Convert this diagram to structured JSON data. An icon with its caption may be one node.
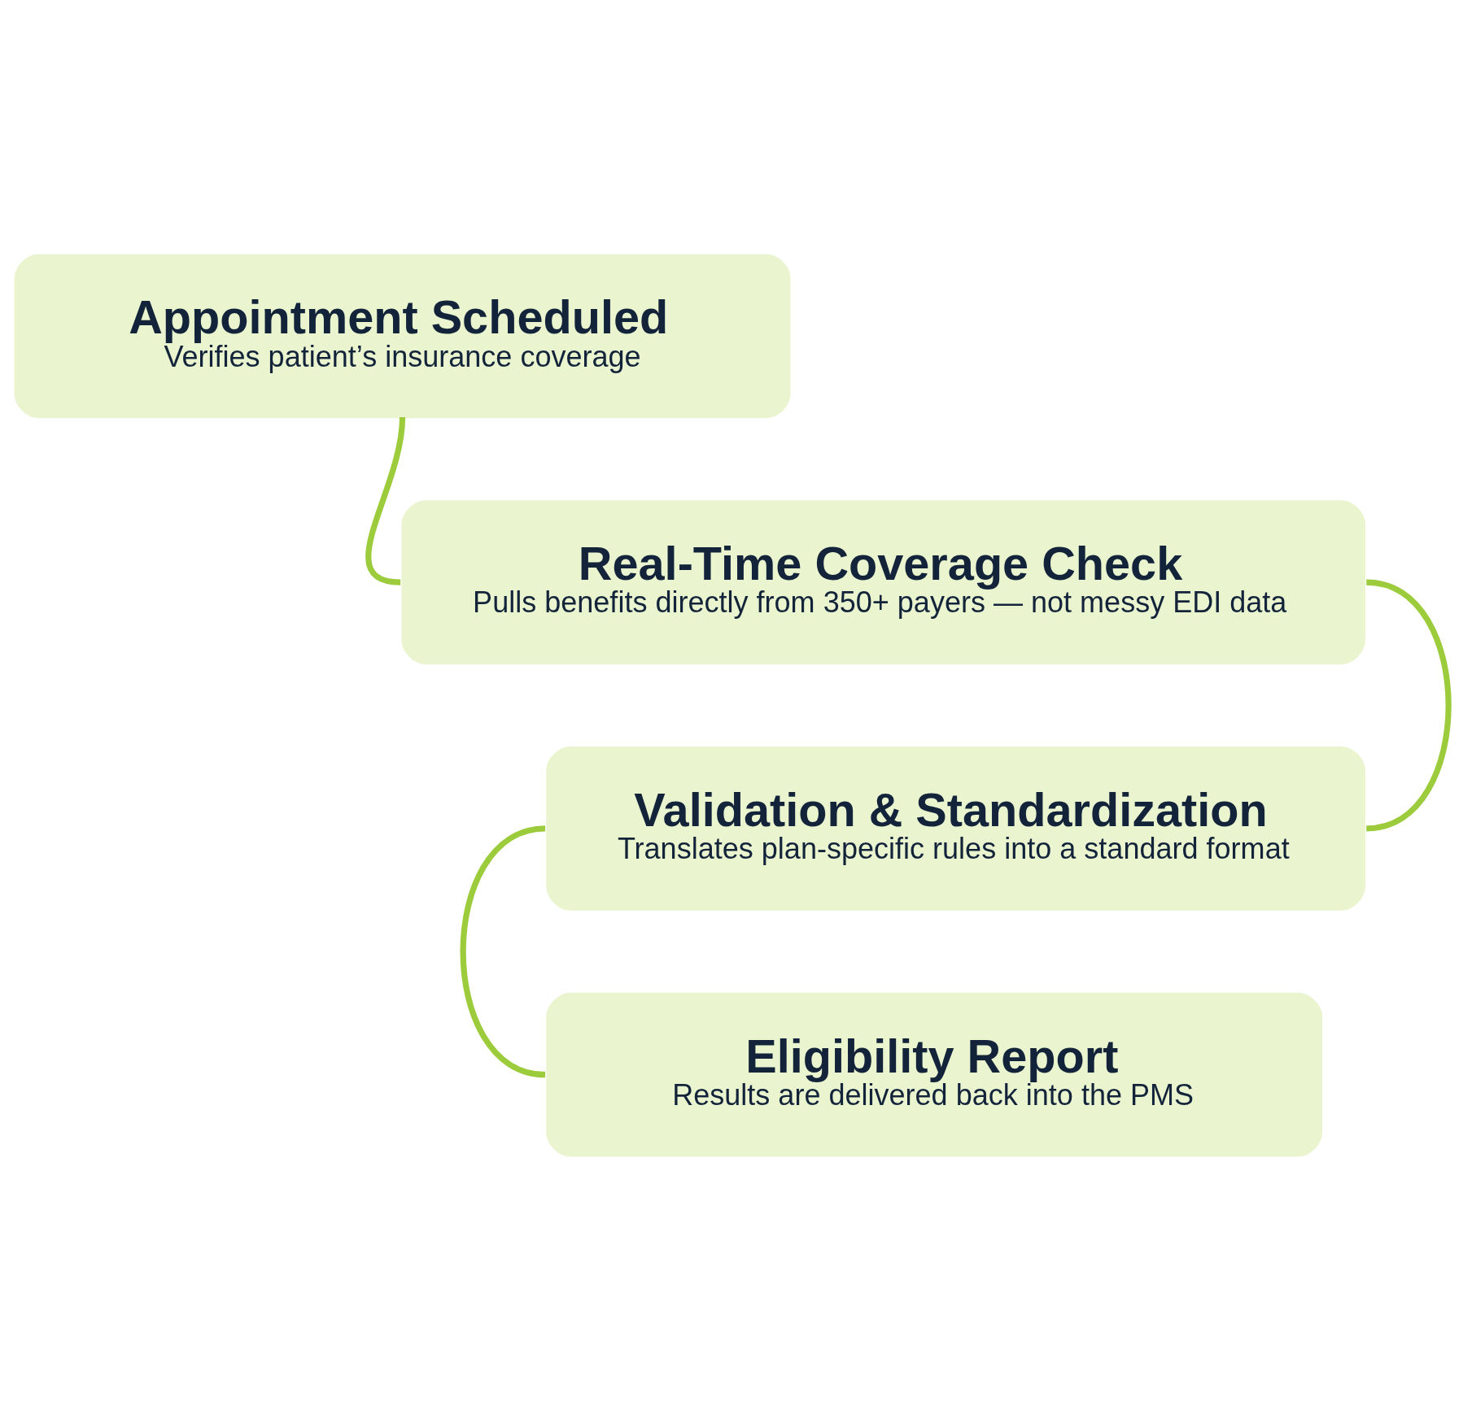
{
  "diagram": {
    "nodes": [
      {
        "text": [
          "Appointment Scheduled",
          "Verifies patient’s insurance coverage"
        ]
      },
      {
        "text": [
          "Real-Time Coverage Check",
          "Pulls benefits directly from 350+ payers — not messy EDI data"
        ]
      },
      {
        "text": [
          "Validation & Standardization",
          "Translates plan-specific rules into a standard format"
        ]
      },
      {
        "text": [
          "Eligibility Report",
          "Results are delivered back into the PMS"
        ]
      }
    ],
    "edges": [
      {
        "from": 0,
        "to": 1,
        "arrow": "none"
      },
      {
        "from": 1,
        "to": 2,
        "arrow": "none"
      },
      {
        "from": 2,
        "to": 3,
        "arrow": "none"
      }
    ]
  }
}
